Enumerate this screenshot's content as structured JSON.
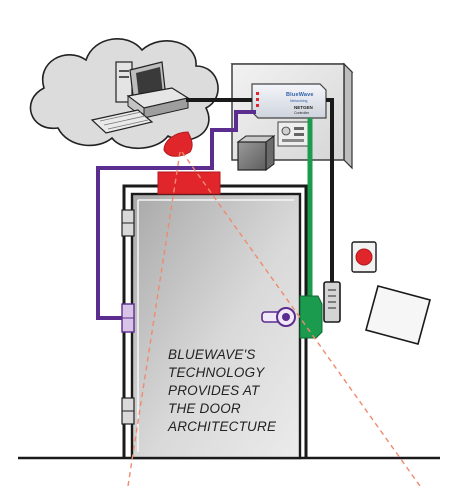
{
  "controller": {
    "brand": "BlueWave",
    "brand_sub": "Networking",
    "model": "NETGEN",
    "model_sub": "Controller"
  },
  "caption": {
    "lines": [
      "BLUEWAVE'S",
      "TECHNOLOGY",
      "PROVIDES AT",
      "THE DOOR",
      "ARCHITECTURE"
    ]
  },
  "colors": {
    "network_wire": "#5b2d8e",
    "power_wire": "#1a9b4e",
    "data_wire": "#1a1a1a",
    "lock_red": "#e0262b",
    "sensor_beam": "#f08a6e",
    "cloud_fill": "#dcdcdc",
    "door_fill": "#d4d4d4"
  }
}
